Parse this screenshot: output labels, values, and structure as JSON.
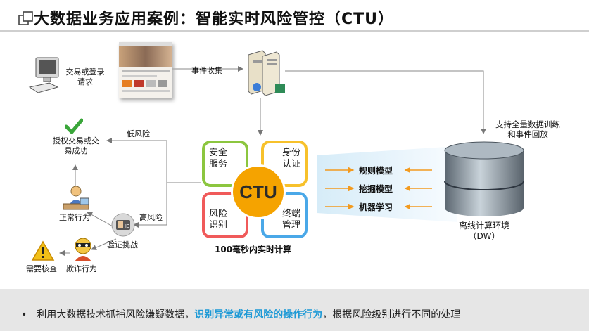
{
  "title": "大数据业务应用案例：智能实时风险管控（CTU）",
  "nodes": {
    "login_request": "交易或登录\n请求",
    "event_collect": "事件收集",
    "authorize": "授权交易或交\n易成功",
    "low_risk": "低风险",
    "high_risk": "高风险",
    "normal": "正常行为",
    "verify": "验证挑战",
    "review": "需要核查",
    "fraud": "欺诈行为",
    "replay": "支持全量数据训练\n和事件回放",
    "offline": "离线计算环境\n（DW）"
  },
  "ctu": {
    "center": "CTU",
    "q_security": "安全\n服务",
    "q_identity": "身份\n认证",
    "q_risk": "风险\n识别",
    "q_terminal": "终端\n管理",
    "caption": "100毫秒内实时计算"
  },
  "models": [
    "规则模型",
    "挖掘模型",
    "机器学习"
  ],
  "footer": {
    "bullet": "•",
    "text_before": "利用大数据技术抓捕风险嫌疑数据，",
    "text_highlight": "识别异常或有风险的操作行为",
    "text_after": "，根据风险级别进行不同的处理"
  },
  "colors": {
    "green": "#8cc63f",
    "yellow": "#f7c12b",
    "red": "#f05a5a",
    "blue": "#4aa8e8",
    "ctu_center": "#f5a300",
    "highlight": "#1e9ad6",
    "arrow_orange": "#f39a1e"
  },
  "icons": [
    "title-squares-icon",
    "computer-icon",
    "website-thumbnail",
    "server-icon",
    "checkmark-icon",
    "user-at-desk-icon",
    "id-card-icon",
    "warning-icon",
    "thief-icon",
    "database-icon"
  ]
}
